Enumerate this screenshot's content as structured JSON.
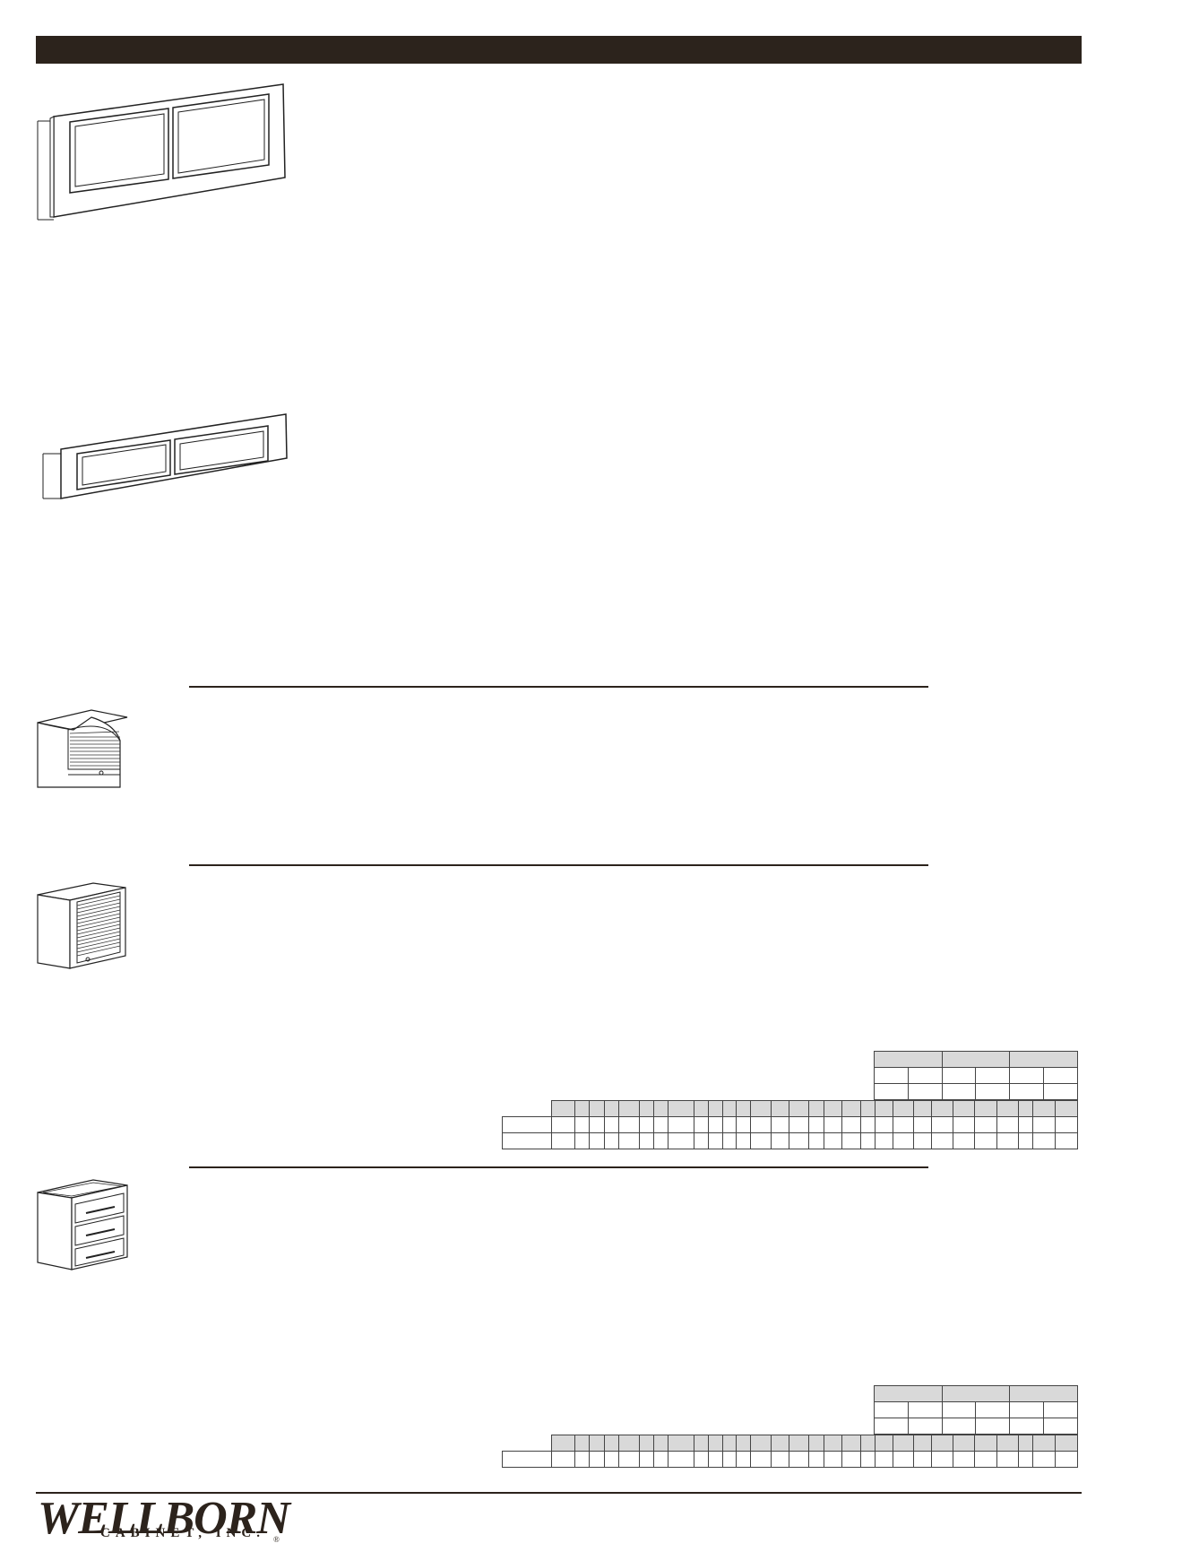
{
  "brand": {
    "logo_main": "WELLBORN",
    "logo_sub": "CABINET, INC.",
    "logo_reg": "®"
  },
  "colors": {
    "header_bar": "#2c231c",
    "table_shade": "#d9d9d9",
    "line": "#2c231c"
  },
  "tables": {
    "top": {
      "groups": 3,
      "subcolumns_per_group": 2,
      "rows": 2,
      "grid_columns": 30,
      "grid_shaded_header": true,
      "grid_rows": 2
    },
    "bottom": {
      "groups": 3,
      "subcolumns_per_group": 2,
      "rows": 2,
      "grid_columns": 30,
      "grid_shaded_header": true,
      "grid_rows": 1
    }
  },
  "illustrations": [
    "valance-panel-tall",
    "valance-panel-short",
    "appliance-garage-curved",
    "appliance-garage-straight",
    "three-drawer-base-cabinet"
  ]
}
